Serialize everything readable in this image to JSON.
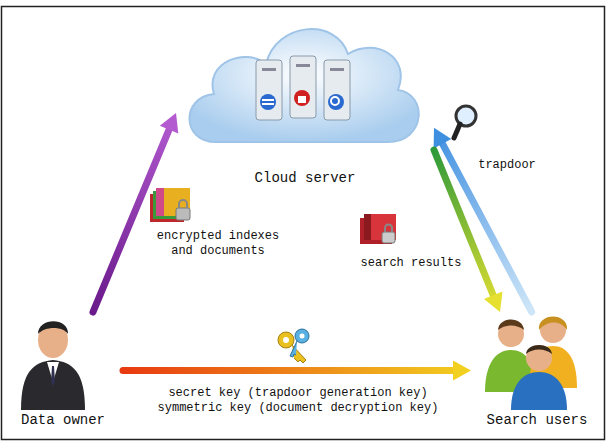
{
  "diagram": {
    "nodes": [
      {
        "text": [
          "Cloud server"
        ]
      },
      {
        "text": [
          "Data owner"
        ]
      },
      {
        "text": [
          "Search users"
        ]
      }
    ],
    "edges": [
      {
        "from": 1,
        "to": 0,
        "label": "encrypted indexes and documents",
        "arrow": "to"
      },
      {
        "from": 2,
        "to": 0,
        "label": "trapdoor",
        "arrow": "to"
      },
      {
        "from": 0,
        "to": 2,
        "label": "search results",
        "arrow": "to"
      },
      {
        "from": 1,
        "to": 2,
        "label": "secret key (trapdoor generation key) symmetric key (document decryption key)",
        "arrow": "to"
      }
    ]
  }
}
